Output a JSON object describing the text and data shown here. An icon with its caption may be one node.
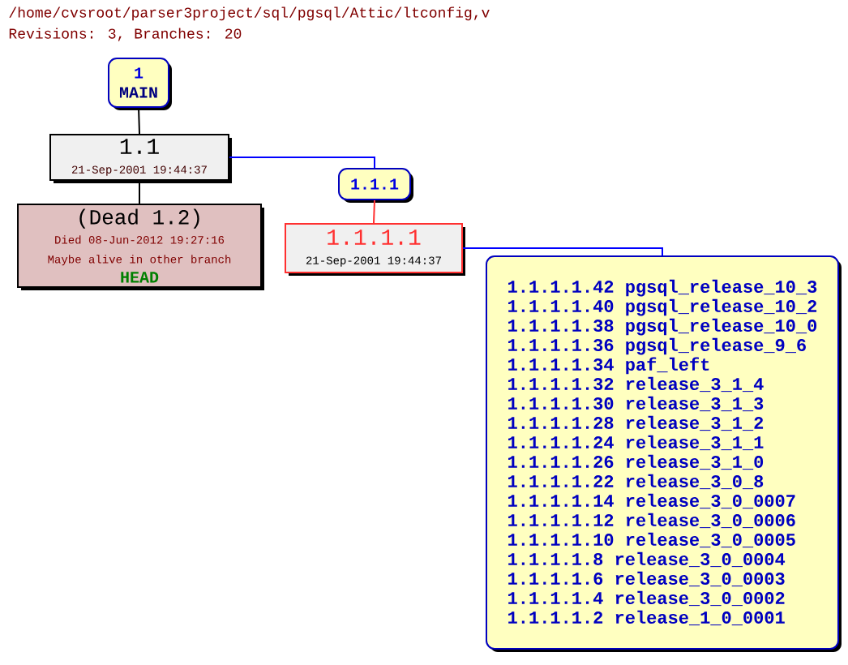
{
  "diagram": {
    "nodes": [
      {
        "text": [
          "1",
          "MAIN"
        ]
      },
      {
        "text": [
          "1.1",
          "21-Sep-2001 19:44:37"
        ]
      },
      {
        "text": [
          "(Dead 1.2)",
          "Died 08-Jun-2012 19:27:16",
          "Maybe alive in other branch",
          "HEAD"
        ]
      },
      {
        "text": [
          "1.1.1"
        ]
      },
      {
        "text": [
          "1.1.1.1",
          "21-Sep-2001 19:44:37"
        ]
      },
      {
        "text": [
          "1.1.1.1.42 pgsql_release_10_3",
          "1.1.1.1.40 pgsql_release_10_2",
          "1.1.1.1.38 pgsql_release_10_0",
          "1.1.1.1.36 pgsql_release_9_6",
          "1.1.1.1.34 paf_left",
          "1.1.1.1.32 release_3_1_4",
          "1.1.1.1.30 release_3_1_3",
          "1.1.1.1.28 release_3_1_2",
          "1.1.1.1.24 release_3_1_1",
          "1.1.1.1.26 release_3_1_0",
          "1.1.1.1.22 release_3_0_8",
          "1.1.1.1.14 release_3_0_0007",
          "1.1.1.1.12 release_3_0_0006",
          "1.1.1.1.10 release_3_0_0005",
          "1.1.1.1.8 release_3_0_0004",
          "1.1.1.1.6 release_3_0_0003",
          "1.1.1.1.4 release_3_0_0002",
          "1.1.1.1.2 release_1_0_0001"
        ]
      }
    ],
    "edges": [
      {
        "from": 0,
        "to": 1,
        "arrow": "none",
        "color": "#000000"
      },
      {
        "from": 1,
        "to": 2,
        "arrow": "none",
        "color": "#000000"
      },
      {
        "from": 1,
        "to": 3,
        "arrow": "none",
        "color": "#0000ff"
      },
      {
        "from": 3,
        "to": 4,
        "arrow": "none",
        "color": "#ff3030"
      },
      {
        "from": 4,
        "to": 5,
        "arrow": "none",
        "color": "#0000ff"
      }
    ],
    "labels": [
      "/home/cvsroot/parser3project/sql/pgsql/Attic/ltconfig,v",
      "Revisions: 3, Branches: 20"
    ]
  }
}
